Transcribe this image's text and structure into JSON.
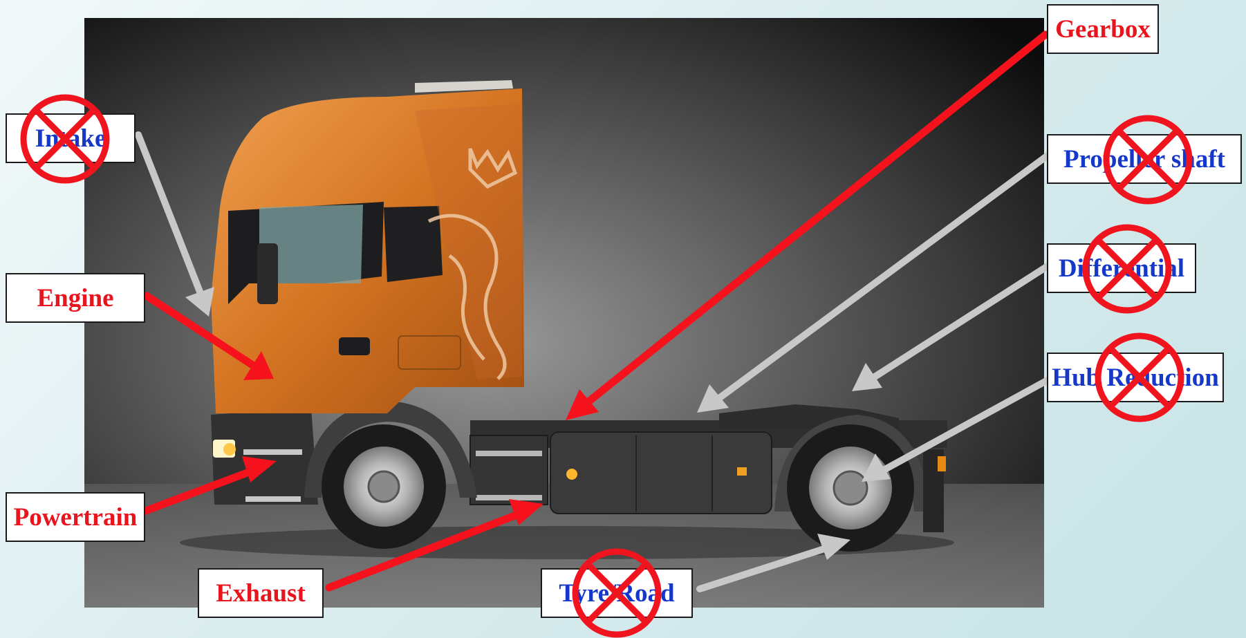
{
  "labels": {
    "intake": "Intake",
    "engine": "Engine",
    "powertrain": "Powertrain",
    "exhaust": "Exhaust",
    "gearbox": "Gearbox",
    "propeller_shaft": "Propeller shaft",
    "differential": "Differential",
    "hub_reduction": "Hub Reduction",
    "tyre_road": "Tyre/Road"
  },
  "crossed_out": [
    "Intake",
    "Propeller shaft",
    "Differential",
    "Hub Reduction",
    "Tyre/Road"
  ],
  "colors": {
    "active_label": "#e8141e",
    "inactive_label": "#1638c8",
    "active_arrow": "#f5121c",
    "inactive_arrow": "#c8c8c8",
    "cross": "#f0141e",
    "truck_body": "#d9782a",
    "background": "#d4eaec"
  },
  "image": {
    "subject": "truck-side-view-photo"
  }
}
